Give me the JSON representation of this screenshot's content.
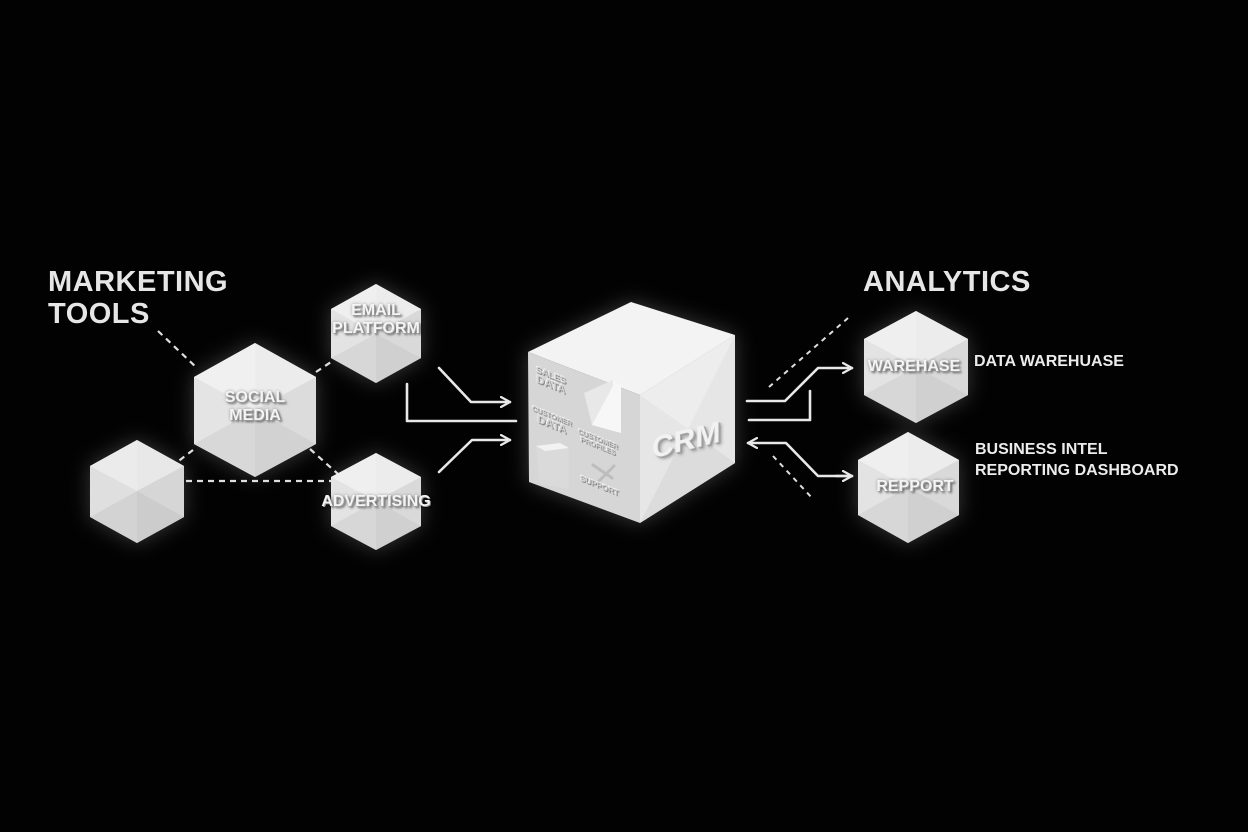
{
  "diagram": {
    "background_color": "#000000",
    "shape_color": "#e4e4e4",
    "line_color": "#e8e8e8",
    "groups": {
      "marketing": {
        "title_line1": "MARKETING",
        "title_line2": "TOOLS",
        "nodes": [
          {
            "id": "social-media",
            "line1": "SOCIAL",
            "line2": "MEDIA"
          },
          {
            "id": "email-platform",
            "line1": "EMAIL",
            "line2": "PLATFORM"
          },
          {
            "id": "advertising",
            "line1": "ADVERTISING"
          },
          {
            "id": "blank",
            "line1": ""
          }
        ]
      },
      "core": {
        "label": "CRM",
        "face_labels": [
          {
            "id": "sales-data",
            "line1": "SALES",
            "line2": "DATA"
          },
          {
            "id": "customer-data",
            "line1": "CUSTOMER",
            "line2": "DATA"
          },
          {
            "id": "customer-profiles",
            "line1": "CUSTOMER",
            "line2": "PROFILES"
          },
          {
            "id": "support",
            "line1": "SUPPORT"
          }
        ]
      },
      "analytics": {
        "title": "ANALYTICS",
        "nodes": [
          {
            "id": "warehouse",
            "hex_label": "WAREHASE",
            "side_label_line1": "DATA WAREHUASE"
          },
          {
            "id": "report",
            "hex_label": "REPPORT",
            "side_label_line1": "BUSINESS INTEL",
            "side_label_line2": "REPORTING DASHBOARD"
          }
        ]
      }
    },
    "connections": [
      {
        "from": "marketing-title",
        "to": "social-media",
        "style": "dashed"
      },
      {
        "from": "social-media",
        "to": "email-platform",
        "style": "dashed"
      },
      {
        "from": "social-media",
        "to": "blank",
        "style": "dashed"
      },
      {
        "from": "social-media",
        "to": "advertising",
        "style": "dashed"
      },
      {
        "from": "blank",
        "to": "advertising",
        "style": "dashed"
      },
      {
        "from": "email-platform",
        "to": "crm",
        "style": "arrow"
      },
      {
        "from": "marketing",
        "to": "crm",
        "style": "line"
      },
      {
        "from": "advertising",
        "to": "crm",
        "style": "arrow"
      },
      {
        "from": "crm",
        "to": "warehouse",
        "style": "arrow"
      },
      {
        "from": "crm",
        "to": "analytics",
        "style": "line"
      },
      {
        "from": "report",
        "to": "crm",
        "style": "bidirectional-arrow"
      },
      {
        "from": "crm",
        "to": "analytics-title",
        "style": "dashed"
      },
      {
        "from": "crm",
        "to": "report",
        "style": "dashed"
      }
    ]
  }
}
